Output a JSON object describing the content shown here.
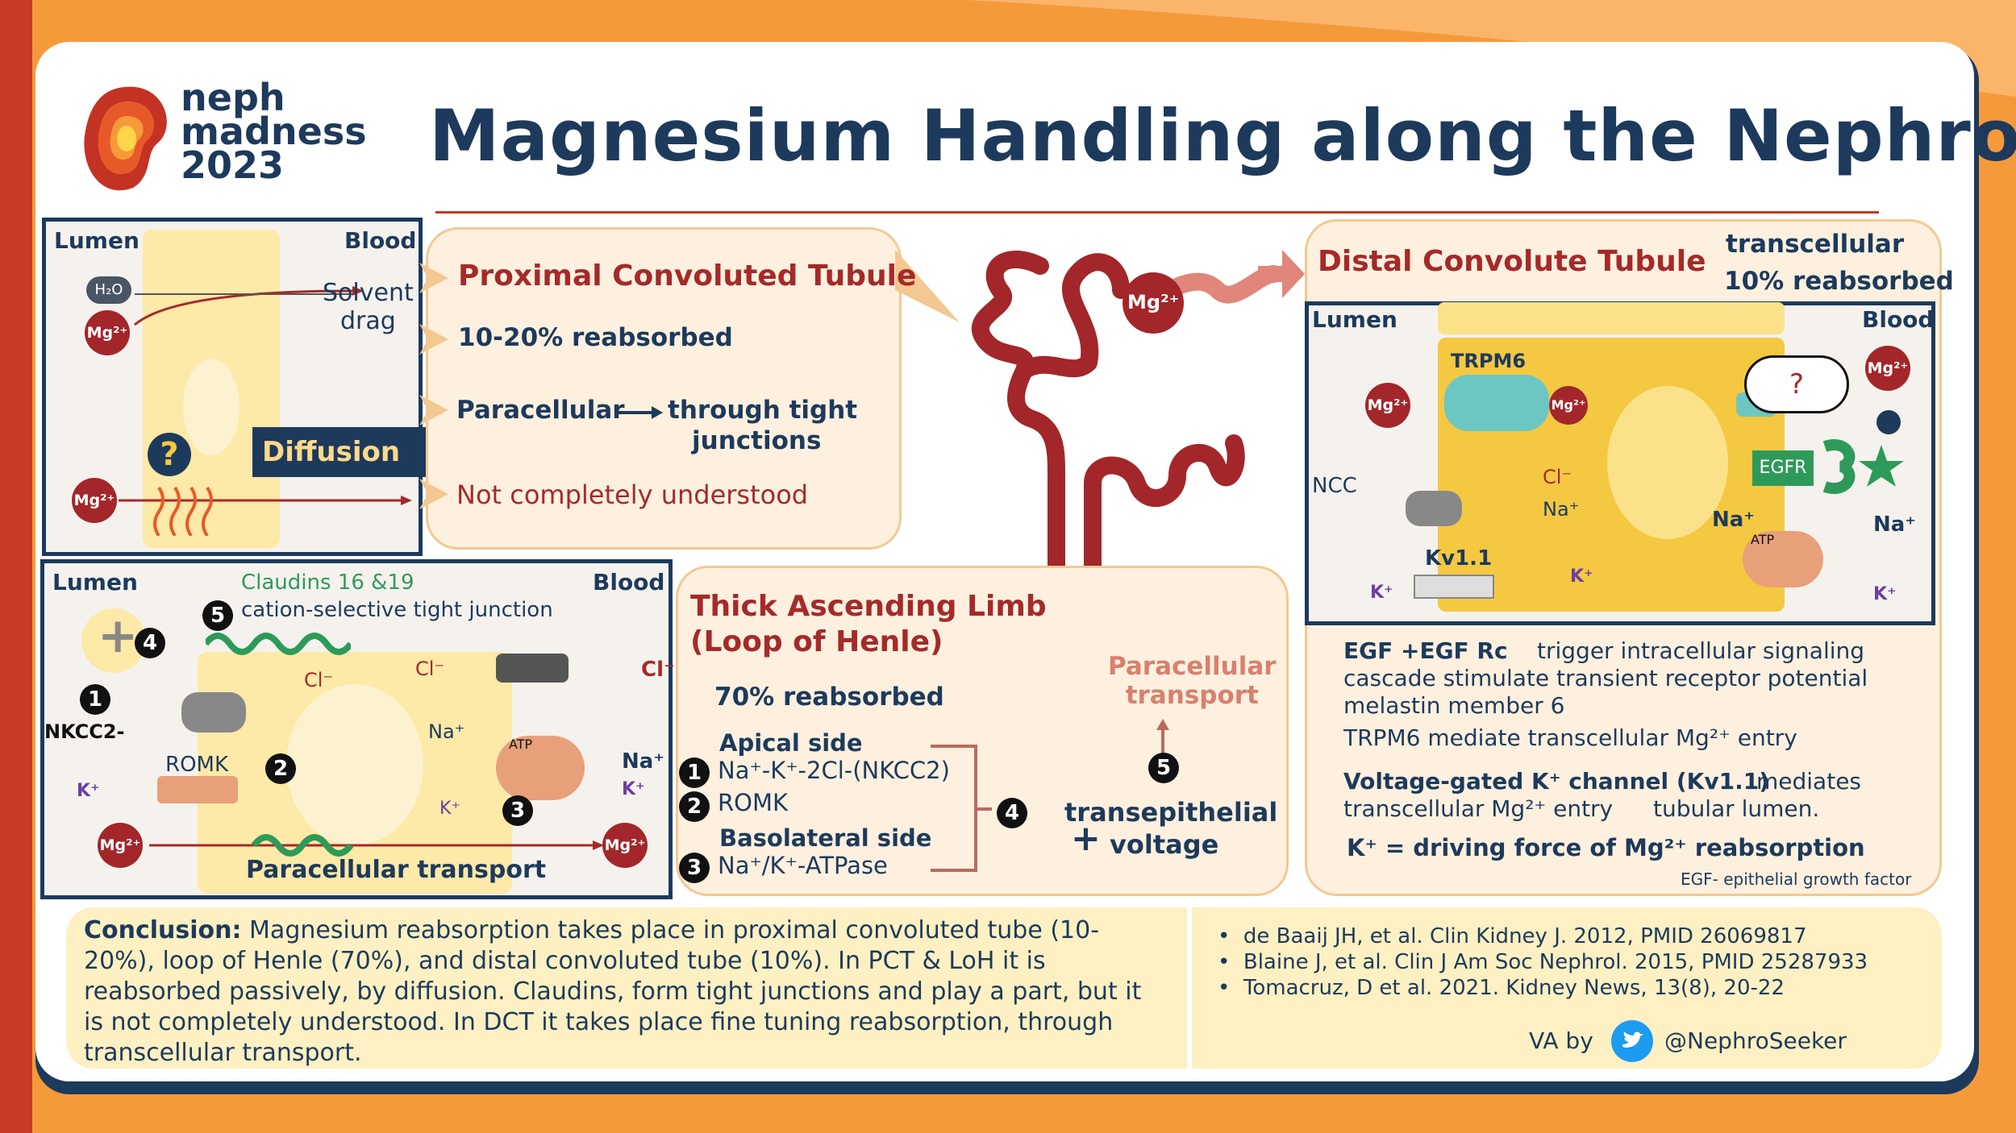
{
  "logo": {
    "line1": "neph",
    "line2": "madness",
    "line3": "2023"
  },
  "title": "Magnesium Handling along the Nephron",
  "ion_mg": "Mg²⁺",
  "pct": {
    "lumen": "Lumen",
    "blood": "Blood",
    "h2o": "H₂O",
    "solvent": "Solvent",
    "drag": "drag",
    "question": "?",
    "diffusion": "Diffusion",
    "heading": "Proximal Convoluted Tubule",
    "reabsorbed": "10-20% reabsorbed",
    "paracellular": "Paracellular",
    "through": "through tight",
    "junctions": "junctions",
    "not_understood": "Not completely understood"
  },
  "tal_panel": {
    "lumen": "Lumen",
    "blood": "Blood",
    "claudins": "Claudins 16 &19",
    "cation": "cation-selective tight junction",
    "nkcc2": "NKCC2-",
    "romk": "ROMK",
    "cl": "Cl⁻",
    "na": "Na⁺",
    "k": "K⁺",
    "atp": "ATP",
    "para": "Paracellular transport",
    "n1": "1",
    "n2": "2",
    "n3": "3",
    "n4": "4",
    "n5": "5"
  },
  "tal": {
    "heading1": "Thick Ascending Limb",
    "heading2": "(Loop of Henle)",
    "reabsorbed": "70% reabsorbed",
    "apical": "Apical side",
    "nkcc2": "Na⁺-K⁺-2Cl-(NKCC2)",
    "romk": "ROMK",
    "basolateral": "Basolateral side",
    "atpase": "Na⁺/K⁺-ATPase",
    "transepithelial": "transepithelial",
    "voltage": "voltage",
    "plus": "+",
    "para1": "Paracellular",
    "para2": "transport"
  },
  "dct": {
    "heading": "Distal Convolute Tubule",
    "transcellular": "transcellular",
    "reabsorbed": "10% reabsorbed",
    "lumen": "Lumen",
    "blood": "Blood",
    "trpm6": "TRPM6",
    "ncc": "NCC",
    "egfr": "EGFR",
    "kv": "Kv1.1",
    "cl": "Cl⁻",
    "na": "Na⁺",
    "k": "K⁺",
    "atp": "ATP",
    "question": "?"
  },
  "dct_notes": {
    "l1a": "EGF +EGF Rc",
    "l1b": "trigger intracellular signaling",
    "l2": "cascade  stimulate transient receptor potential",
    "l3": "melastin member 6",
    "l4": "TRPM6 mediate transcellular Mg²⁺ entry",
    "l5a": "Voltage-gated K⁺ channel (Kv1.1)",
    "l5b": "mediates",
    "l6a": "transcellular Mg²⁺ entry",
    "l6b": "tubular lumen.",
    "l7": "K⁺ = driving force of Mg²⁺ reabsorption",
    "footnote": "EGF- epithelial  growth factor"
  },
  "conclusion": {
    "label": "Conclusion:",
    "l1": " Magnesium reabsorption takes place in proximal convoluted tube (10-",
    "l2": "20%), loop of Henle (70%), and distal convoluted tube (10%). In PCT & LoH it is",
    "l3": "reabsorbed passively,  by diffusion. Claudins, form tight junctions and play a part, but it",
    "l4": "is not completely understood. In DCT it takes place fine tuning reabsorption, through",
    "l5": "transcellular transport."
  },
  "references": [
    "de Baaij JH, et al. Clin Kidney J. 2012, PMID 26069817",
    "Blaine J, et al. Clin J Am Soc Nephrol. 2015, PMID 25287933",
    "Tomacruz, D et al. 2021. Kidney News, 13(8), 20-22"
  ],
  "credit": {
    "va": "VA by",
    "handle": "@NephroSeeker"
  },
  "colors": {
    "navy": "#1d3a5c",
    "red": "#a52a2a",
    "orange": "#f59a3a",
    "cream": "#fdf0df",
    "gold": "#f5c842",
    "mg": "#a3262a",
    "purple": "#7a4fb5"
  }
}
